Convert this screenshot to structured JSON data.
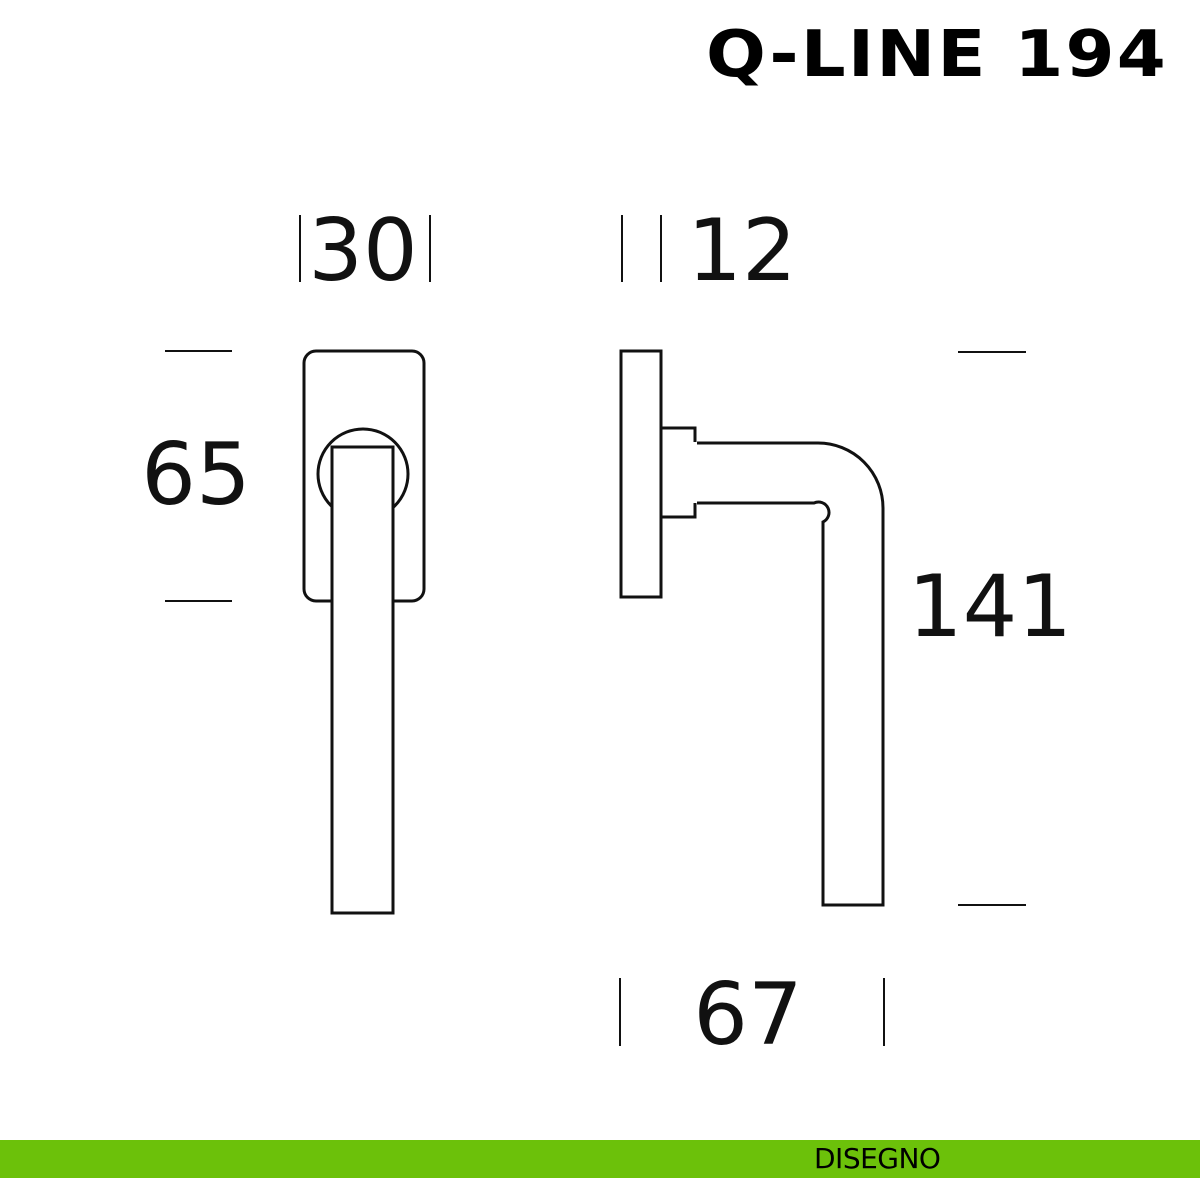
{
  "title": "Q-LINE 194",
  "dimensions": {
    "front_width": "30",
    "front_plate_height": "65",
    "side_rosette_depth": "12",
    "side_height": "141",
    "side_projection": "67"
  },
  "footer": {
    "label": "DISEGNO",
    "color": "#6cc10a"
  }
}
